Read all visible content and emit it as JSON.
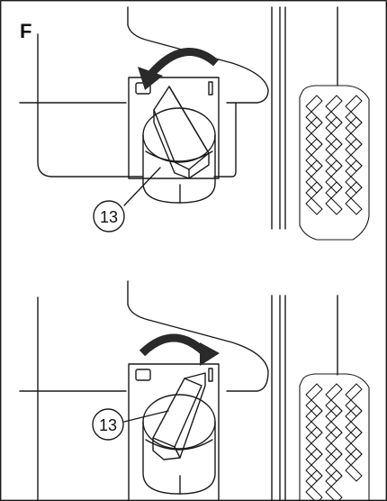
{
  "figure": {
    "panel_label": "F",
    "top_view": {
      "callout": "13",
      "rotation": "counterclockwise"
    },
    "bottom_view": {
      "callout": "13",
      "rotation": "clockwise"
    }
  },
  "colors": {
    "line": "#1a1a1a",
    "arrow": "#2a2a2a",
    "background": "#ffffff"
  }
}
